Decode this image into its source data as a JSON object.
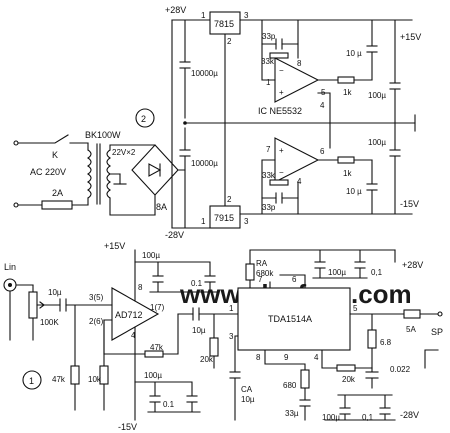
{
  "diagram": {
    "watermark": "www.elecfans.com",
    "section_badges": [
      "2",
      "1"
    ],
    "power_supply": {
      "rails": {
        "pos28": "+28V",
        "neg28": "-28V",
        "pos15": "+15V",
        "neg15": "-15V"
      },
      "mains": {
        "switch": "K",
        "voltage": "AC  220V",
        "fuse": "2A"
      },
      "transformer": {
        "label": "BK100W",
        "secondary": "22V×2"
      },
      "bridge": "8A",
      "regulator_pos": {
        "label": "7815",
        "pins": [
          "1",
          "2",
          "3"
        ]
      },
      "regulator_neg": {
        "label": "7915",
        "pins": [
          "1",
          "2",
          "3"
        ]
      },
      "caps": {
        "filter_pos": "10000µ",
        "filter_neg": "10000µ",
        "out_pos_a": "10 µ",
        "out_pos_b": "100µ",
        "out_neg_a": "100µ",
        "out_neg_b": "10 µ"
      },
      "opamp": {
        "label": "IC  NE5532",
        "upper": {
          "cap": "33p",
          "res": "33k",
          "load": "1k",
          "pins": [
            "8",
            "1",
            "5",
            "4"
          ]
        },
        "lower": {
          "cap": "33p",
          "res": "33k",
          "load": "1k",
          "pins": [
            "7",
            "6",
            "4"
          ]
        }
      }
    },
    "amplifier": {
      "input": {
        "label": "Lin",
        "cap": "10µ",
        "pot": "100K",
        "r1": "47k",
        "r2": "10k"
      },
      "preamp": {
        "label": "AD712",
        "pins": [
          "3(5)",
          "2(6)",
          "1(7)",
          "8",
          "4"
        ],
        "feedback": "47k",
        "supply_pos": "+15V",
        "supply_neg": "-15V",
        "cap_pos_a": "100µ",
        "cap_pos_b": "0.1",
        "cap_neg_a": "100µ",
        "cap_neg_b": "0.1"
      },
      "coupling": {
        "cap": "10µ",
        "res": "20k"
      },
      "power_ic": {
        "label": "TDA1514A",
        "pins": [
          "7",
          "6",
          "1",
          "3",
          "5",
          "8",
          "9",
          "4"
        ],
        "ra_label": "RA",
        "ra_value": "680k",
        "ca_label": "CA",
        "ca_value": "10µ",
        "r680": "680",
        "c33": "33µ",
        "r20k": "20k",
        "supply_pos": "+28V",
        "supply_neg": "-28V",
        "cap_pos_a": "100µ",
        "cap_pos_b": "0,1",
        "cap_neg_a": "100µ",
        "cap_neg_b": "0,1"
      },
      "output": {
        "fuse": "5A",
        "zobel_r": "6.8",
        "zobel_c": "0.022",
        "speaker": "SP"
      }
    }
  }
}
